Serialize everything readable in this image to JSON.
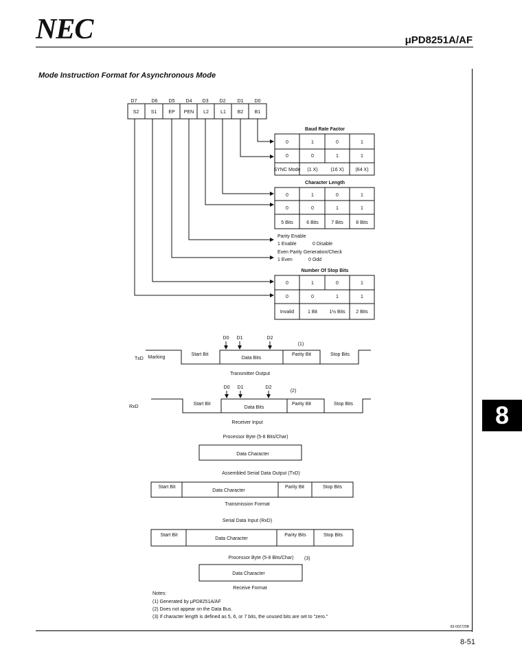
{
  "header": {
    "logo": "NEC",
    "part_number": "μPD8251A/AF"
  },
  "section_title": "Mode Instruction Format for Asynchronous Mode",
  "mode_register": {
    "bit_labels": [
      "D7",
      "D6",
      "D5",
      "D4",
      "D3",
      "D2",
      "D1",
      "D0"
    ],
    "field_names": [
      "S2",
      "S1",
      "EP",
      "PEN",
      "L2",
      "L1",
      "B2",
      "B1"
    ]
  },
  "baud_rate": {
    "title": "Baud Rate Factor",
    "rows": [
      [
        "0",
        "1",
        "0",
        "1"
      ],
      [
        "0",
        "0",
        "1",
        "1"
      ]
    ],
    "labels": [
      "SYNC Mode",
      "(1 X)",
      "(16 X)",
      "(64 X)"
    ]
  },
  "char_length": {
    "title": "Character Length",
    "rows": [
      [
        "0",
        "1",
        "0",
        "1"
      ],
      [
        "0",
        "0",
        "1",
        "1"
      ]
    ],
    "labels": [
      "5 Bits",
      "6 Bits",
      "7 Bits",
      "8 Bits"
    ]
  },
  "parity_enable": {
    "title": "Parity Enable",
    "enable": "1  Enable",
    "disable": "0  Disable"
  },
  "even_parity": {
    "title": "Even Parity Generation/Check",
    "even": "1  Even",
    "odd": "0  Odd"
  },
  "stop_bits": {
    "title": "Number Of Stop Bits",
    "rows": [
      [
        "0",
        "1",
        "0",
        "1"
      ],
      [
        "0",
        "0",
        "1",
        "1"
      ]
    ],
    "labels": [
      "Invalid",
      "1 Bit",
      "1½ Bits",
      "2 Bits"
    ]
  },
  "txd": {
    "signal": "TxD",
    "marking": "Marking",
    "start": "Start Bit",
    "data": "Data Bits",
    "parity": "Parity Bit",
    "stop": "Stop Bits",
    "caption": "Transmitter Output",
    "bits": [
      "D0",
      "D1",
      "D2"
    ],
    "note": "(1)"
  },
  "rxd": {
    "signal": "RxD",
    "start": "Start Bit",
    "data": "Data Bits",
    "parity": "Parity Bit",
    "stop": "Stop Bits",
    "caption": "Receiver Input",
    "bits": [
      "D0",
      "D1",
      "D2"
    ],
    "note": "(2)"
  },
  "transmission_format": {
    "top_title": "Processor Byte (5-8 Bits/Char)",
    "data_char": "Data Character",
    "assembled_title": "Assembled Serial Data Output (TxD)",
    "start": "Start Bit",
    "parity": "Parity Bit",
    "stop": "Stop Bits",
    "caption": "Transmission Format"
  },
  "receive_format": {
    "serial_title": "Serial Data Input (RxD)",
    "start": "Start Bit",
    "data_char": "Data Character",
    "parity": "Parity Bits",
    "stop": "Stop Bits",
    "proc_title": "Processor Byte (5-8 Bits/Char)",
    "proc_note": "(3)",
    "caption": "Receive Format"
  },
  "notes": {
    "heading": "Notes:",
    "items": [
      "(1)  Generated by μPD8251A/AF",
      "(2)  Does not appear on the Data Bus.",
      "(3)  If character length is defined as 5, 6, or 7 bits, the unused bits are set to \"zero.\""
    ]
  },
  "figure_id": "83-002729B",
  "section_tab": "8",
  "page_number": "8-51"
}
